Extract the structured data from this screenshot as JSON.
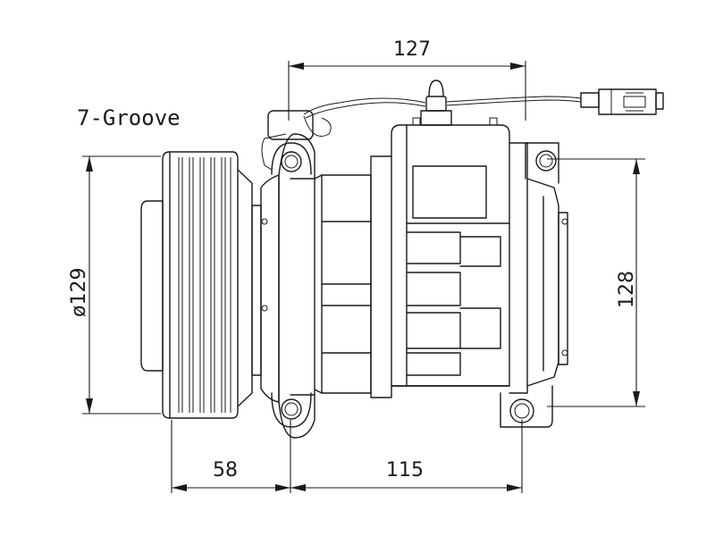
{
  "colors": {
    "ink": "#1a1a1a",
    "background": "#ffffff"
  },
  "labels": {
    "groove": "7-Groove"
  },
  "dimensions": {
    "top_width": "127",
    "pulley_diameter": "ø129",
    "mount_height": "128",
    "front_offset": "58",
    "bottom_width": "115"
  }
}
